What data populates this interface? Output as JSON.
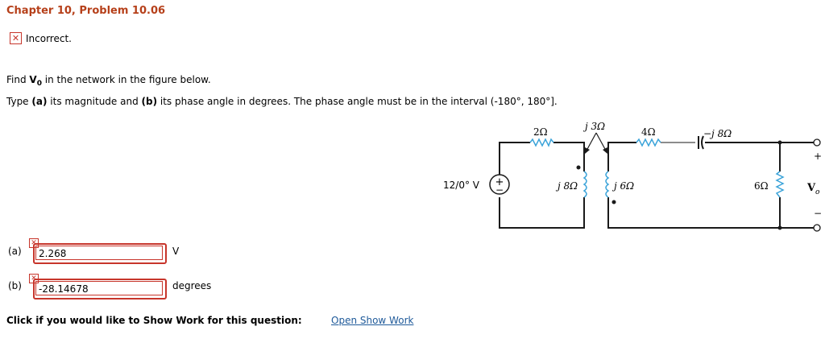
{
  "header": {
    "title": "Chapter 10, Problem 10.06"
  },
  "status": {
    "icon": "x-icon",
    "text": "Incorrect."
  },
  "question": {
    "line1_prefix": "Find ",
    "line1_var": "V",
    "line1_sub": "0",
    "line1_suffix": " in the network in the figure below.",
    "line2_parts": [
      "Type ",
      "(a)",
      " its magnitude and ",
      "(b)",
      " its phase angle in degrees. The phase angle must be in the interval (-180°, 180°]."
    ]
  },
  "circuit": {
    "source": "12/0° V",
    "r1": "2Ω",
    "mutual": "j 3Ω",
    "l1": "j 8Ω",
    "l2": "j 6Ω",
    "r2": "4Ω",
    "cap": "−j 8Ω",
    "r3": "6Ω",
    "output": "V",
    "output_sub": "o",
    "plus": "+",
    "minus": "−",
    "wire_color": "#1a1a1a",
    "element_color": "#3aa3d9"
  },
  "answers": [
    {
      "label": "(a)",
      "value": "2.268",
      "unit": "V",
      "status": "incorrect"
    },
    {
      "label": "(b)",
      "value": "-28.14678",
      "unit": "degrees",
      "status": "incorrect"
    }
  ],
  "show_work": {
    "prompt": "Click if you would like to Show Work for this question:",
    "link": "Open Show Work"
  },
  "colors": {
    "title": "#b6401a",
    "error": "#c7352b",
    "link": "#1f5a9a"
  }
}
